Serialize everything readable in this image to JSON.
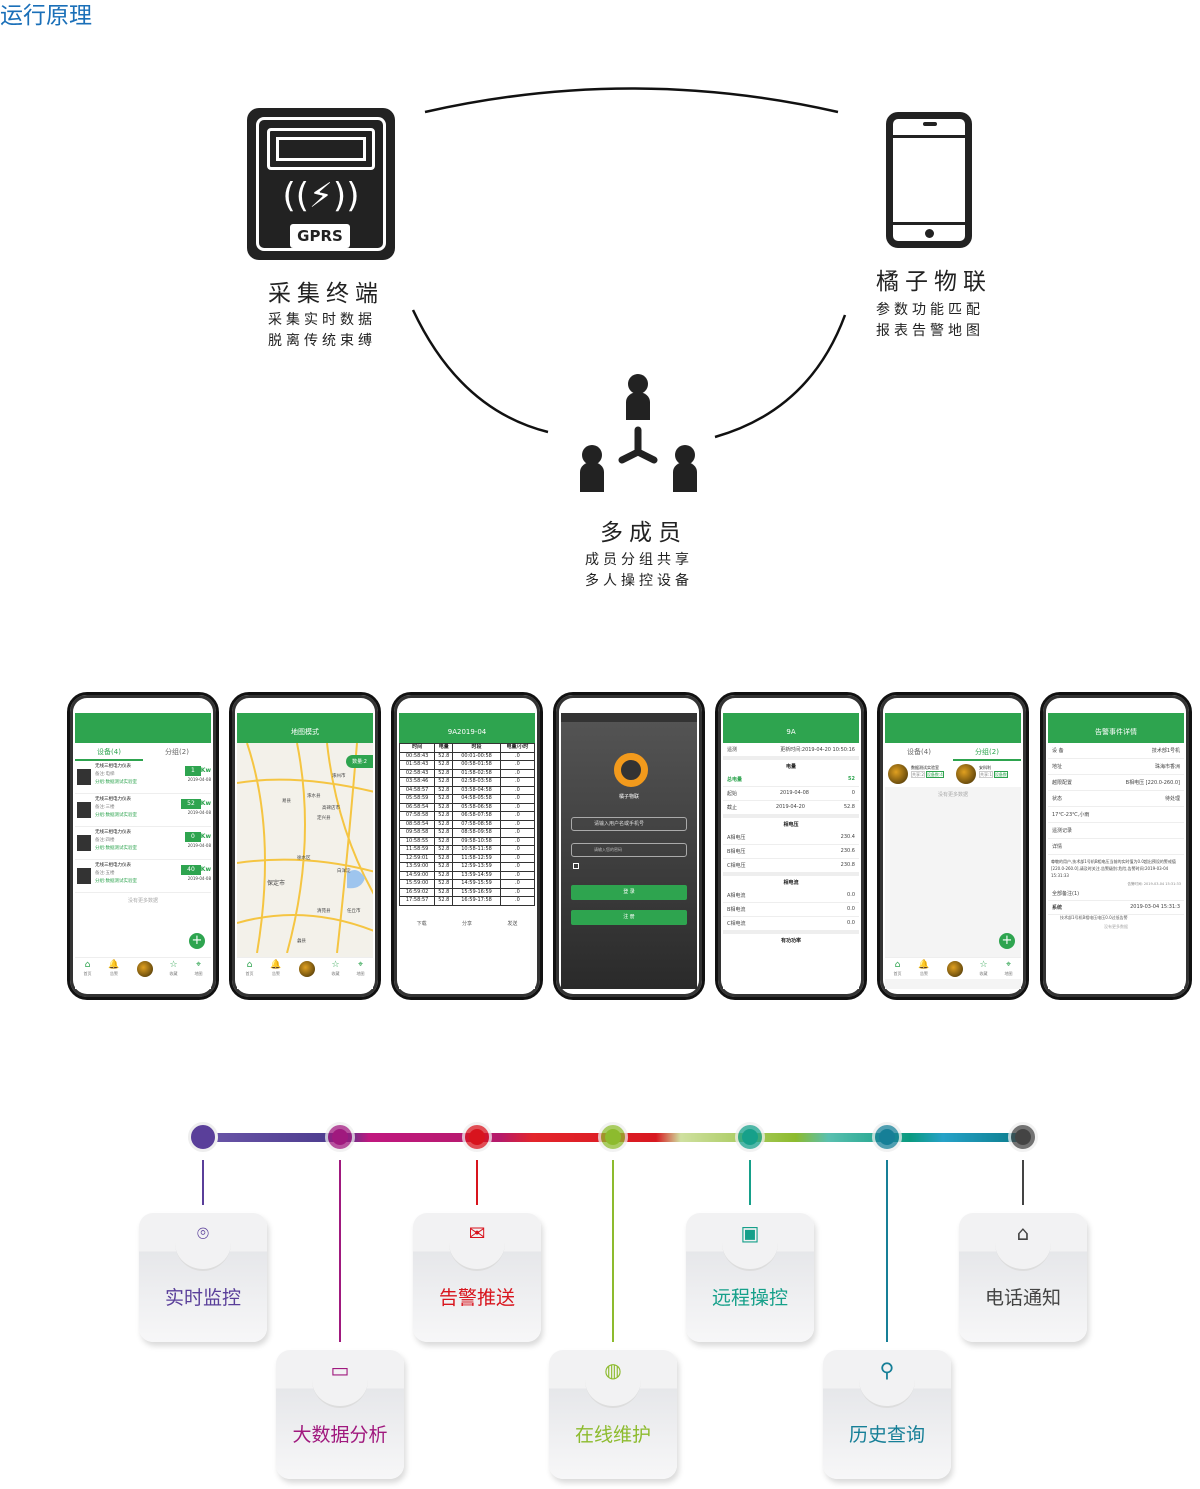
{
  "title": "运行原理",
  "nodes": {
    "terminal": {
      "badge": "GPRS",
      "name": "采集终端",
      "lines": [
        "采集实时数据",
        "脱离传统束缚"
      ]
    },
    "app": {
      "name": "橘子物联",
      "lines": [
        "参数功能匹配",
        "报表告警地图"
      ]
    },
    "members": {
      "name": "多成员",
      "lines": [
        "成员分组共享",
        "多人操控设备"
      ]
    }
  },
  "colors": {
    "accent": "#2ea44f",
    "title": "#1a6fb8"
  },
  "phones": {
    "devices": {
      "tabs": [
        "设备(4)",
        "分组(2)"
      ],
      "items": [
        {
          "name": "无线三相电力仪表",
          "note": "备注:电梯",
          "group": "分组:数据测试实验室",
          "value": "1",
          "unit": "Kw",
          "date": "2019-04-08"
        },
        {
          "name": "无线三相电力仪表",
          "note": "备注:三楼",
          "group": "分组:数据测试实验室",
          "value": "52",
          "unit": "Kw",
          "date": "2019-04-08"
        },
        {
          "name": "无线三相电力仪表",
          "note": "备注:四楼",
          "group": "分组:数据测试实验室",
          "value": "0",
          "unit": "Kw",
          "date": "2019-04-08"
        },
        {
          "name": "无线三相电力仪表",
          "note": "备注:五楼",
          "group": "分组:数据测试实验室",
          "value": "40",
          "unit": "Kw",
          "date": "2019-04-08"
        }
      ],
      "no_more": "没有更多数据"
    },
    "nav": [
      "首页",
      "告警",
      "",
      "收藏",
      "地图"
    ],
    "map": {
      "title": "地图模式",
      "count": "数量:2",
      "places": [
        "涿州市",
        "涿水县",
        "易县",
        "高碑店市",
        "定兴县",
        "徐水区",
        "保定市",
        "白洋淀",
        "清苑县",
        "任丘市",
        "蠡县"
      ]
    },
    "table": {
      "title": "9A2019-04",
      "headers": [
        "时间",
        "电量",
        "时段",
        "电量/小时"
      ],
      "rows": [
        [
          "00:58:43",
          "52.8",
          "00:01-00:58",
          ".0"
        ],
        [
          "01:58:43",
          "52.8",
          "00:58-01:58",
          ".0"
        ],
        [
          "02:58:43",
          "52.8",
          "01:58-02:58",
          ".0"
        ],
        [
          "03:58:46",
          "52.8",
          "02:58-03:58",
          ".0"
        ],
        [
          "04:58:57",
          "52.8",
          "03:58-04:58",
          ".0"
        ],
        [
          "05:58:59",
          "52.8",
          "04:58-05:58",
          ".0"
        ],
        [
          "06:58:54",
          "52.8",
          "05:58-06:58",
          ".0"
        ],
        [
          "07:58:58",
          "52.8",
          "06:58-07:58",
          ".0"
        ],
        [
          "08:58:54",
          "52.8",
          "07:58-08:58",
          ".0"
        ],
        [
          "09:58:58",
          "52.8",
          "08:58-09:58",
          ".0"
        ],
        [
          "10:58:55",
          "52.8",
          "09:58-10:58",
          ".0"
        ],
        [
          "11:58:59",
          "52.8",
          "10:58-11:58",
          ".0"
        ],
        [
          "12:59:01",
          "52.8",
          "11:58-12:59",
          ".0"
        ],
        [
          "13:59:00",
          "52.8",
          "12:59-13:59",
          ".0"
        ],
        [
          "14:59:00",
          "52.8",
          "13:59-14:59",
          ".0"
        ],
        [
          "15:59:00",
          "52.8",
          "14:59-15:59",
          ".0"
        ],
        [
          "16:59:02",
          "52.8",
          "15:59-16:59",
          ".0"
        ],
        [
          "17:58:57",
          "52.8",
          "16:59-17:58",
          ".0"
        ]
      ],
      "actions": [
        "下载",
        "分享",
        "发送"
      ]
    },
    "login": {
      "brand": "橘子物联",
      "user_placeholder": "请输入用户名或手机号",
      "pass_placeholder": "请输入您的密码",
      "login": "登 录",
      "register": "注 册"
    },
    "detail": {
      "title": "9A",
      "tag": "遥测",
      "updated": "更新时间:2019-04-20 10:50:16",
      "sections": [
        {
          "h": "电量",
          "rows": [
            [
              "总电量",
              "",
              "52"
            ],
            [
              "起始",
              "2019-04-08",
              "0"
            ],
            [
              "截止",
              "2019-04-20",
              "52.8"
            ]
          ]
        },
        {
          "h": "相电压",
          "rows": [
            [
              "A相电压",
              "",
              "230.4"
            ],
            [
              "B相电压",
              "",
              "230.6"
            ],
            [
              "C相电压",
              "",
              "230.8"
            ]
          ]
        },
        {
          "h": "相电流",
          "rows": [
            [
              "A相电流",
              "",
              "0.0"
            ],
            [
              "B相电流",
              "",
              "0.0"
            ],
            [
              "C相电流",
              "",
              "0.0"
            ]
          ]
        },
        {
          "h": "有功功率",
          "rows": []
        }
      ]
    },
    "groups": {
      "tabs": [
        "设备(4)",
        "分组(2)"
      ],
      "items": [
        {
          "name": "数据测试实验室",
          "share": "共享:2",
          "count": "设备数:4"
        },
        {
          "name": "安科利",
          "share": "共享:1",
          "count": "设备数"
        }
      ],
      "no_more": "没有更多数据"
    },
    "alarm": {
      "title": "告警事件详情",
      "rows": [
        [
          "设 备",
          "技术部1号机"
        ],
        [
          "地址",
          "珠海市香洲"
        ],
        [
          "越限配置",
          "B相电压 [220.0-260.0]"
        ],
        [
          "状态",
          "待处理"
        ],
        [
          "17℃-23℃,小雨",
          ""
        ],
        [
          "遥测记录",
          ""
        ],
        [
          "详情",
          ""
        ]
      ],
      "text": "尊敬的用户,技术部1号机B相电压当前的实时值为0.0超出预设的警戒值[220.0-260.0],请及时关注.告警级别:危险,告警时间:2019-03-04 15:31:33",
      "time": "告警时间: 2019-03-04 15:31:33",
      "notes": "全部备注(1)",
      "sys": "系统",
      "sys_time": "2019-03-04 15:31:3",
      "sys_msg": "技术部1号机B相电压电压0.0过低告警",
      "no_more": "没有更多数据"
    }
  },
  "features": [
    {
      "label": "实时监控",
      "icon": "⌾",
      "color": "#5a3f9a"
    },
    {
      "label": "大数据分析",
      "icon": "▭",
      "color": "#a0197e"
    },
    {
      "label": "告警推送",
      "icon": "✉",
      "color": "#d8141d"
    },
    {
      "label": "在线维护",
      "icon": "◍",
      "color": "#8dbb2e"
    },
    {
      "label": "远程操控",
      "icon": "▣",
      "color": "#16a08a"
    },
    {
      "label": "历史查询",
      "icon": "⚲",
      "color": "#167f97"
    },
    {
      "label": "电话通知",
      "icon": "⌂",
      "color": "#444444"
    }
  ]
}
